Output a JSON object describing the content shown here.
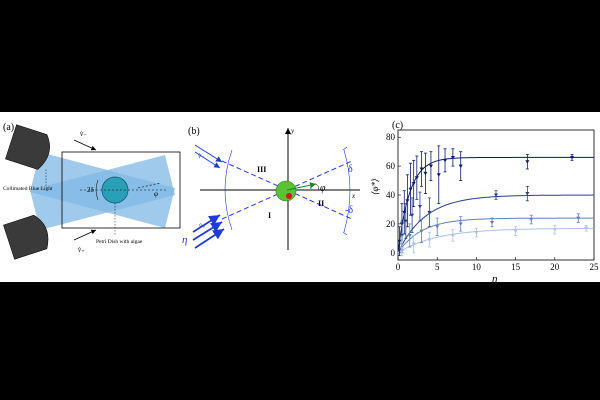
{
  "panel_a": {
    "label": "(a)",
    "v_minus": "v̂₋",
    "v_plus": "v̂₊",
    "two_delta": "2δ",
    "phi": "φ",
    "collimated_label": "Collimated Blue Light",
    "petri_label": "Petri Dish with algae"
  },
  "panel_b": {
    "label": "(b)",
    "y_label": "y",
    "x_label": "x",
    "region_I": "I",
    "region_II": "II",
    "region_III": "III",
    "phi": "φ",
    "delta_pos": "δ",
    "delta_neg": "-δ",
    "eta": "η",
    "v_minus": "v̂₋",
    "v_plus": "v̂₊",
    "e": "ê"
  },
  "panel_c": {
    "label": "(c)",
    "ylabel": "⟨φ*⟩",
    "xlabel": "η",
    "colors": [
      "#0d1a66",
      "#27408b",
      "#5f7fbf",
      "#a9c1e6"
    ]
  },
  "chart_data": {
    "type": "scatter",
    "xlabel": "η",
    "ylabel": "⟨φ*⟩",
    "xlim": [
      0,
      25
    ],
    "ylim": [
      -5,
      85
    ],
    "xticks": [
      "0",
      "5",
      "10",
      "15",
      "20",
      "25"
    ],
    "yticks": [
      "0",
      "20",
      "40",
      "60",
      "80"
    ],
    "grid": false,
    "series": [
      {
        "points": [
          {
            "x": 0.2,
            "y": 8,
            "err": 10
          },
          {
            "x": 0.5,
            "y": 20,
            "err": 14
          },
          {
            "x": 0.8,
            "y": 28,
            "err": 15
          },
          {
            "x": 1.2,
            "y": 36,
            "err": 18
          },
          {
            "x": 1.6,
            "y": 44,
            "err": 18
          },
          {
            "x": 2.0,
            "y": 48,
            "err": 16
          },
          {
            "x": 2.4,
            "y": 52,
            "err": 15
          },
          {
            "x": 3.0,
            "y": 58,
            "err": 12
          },
          {
            "x": 3.5,
            "y": 55,
            "err": 14
          },
          {
            "x": 4.2,
            "y": 60,
            "err": 10
          },
          {
            "x": 5.2,
            "y": 54,
            "err": 20
          },
          {
            "x": 6.0,
            "y": 64,
            "err": 8
          },
          {
            "x": 7.0,
            "y": 66,
            "err": 6
          },
          {
            "x": 8.0,
            "y": 60,
            "err": 10
          },
          {
            "x": 16.5,
            "y": 63,
            "err": 5
          },
          {
            "x": 22.2,
            "y": 66,
            "err": 2
          }
        ],
        "curve": {
          "asymptote": 66,
          "scale": 1.5
        }
      },
      {
        "points": [
          {
            "x": 0.5,
            "y": 12,
            "err": 10
          },
          {
            "x": 1.0,
            "y": 22,
            "err": 12
          },
          {
            "x": 1.8,
            "y": 26,
            "err": 12
          },
          {
            "x": 2.8,
            "y": 32,
            "err": 10
          },
          {
            "x": 4.0,
            "y": 28,
            "err": 10
          },
          {
            "x": 12.5,
            "y": 40,
            "err": 3
          },
          {
            "x": 16.5,
            "y": 41,
            "err": 5
          }
        ],
        "curve": {
          "asymptote": 40,
          "scale": 3.5
        }
      },
      {
        "points": [
          {
            "x": 0.5,
            "y": 6,
            "err": 6
          },
          {
            "x": 1.5,
            "y": 12,
            "err": 8
          },
          {
            "x": 3.0,
            "y": 15,
            "err": 8
          },
          {
            "x": 5.0,
            "y": 18,
            "err": 6
          },
          {
            "x": 8.0,
            "y": 20,
            "err": 5
          },
          {
            "x": 12.0,
            "y": 21,
            "err": 3
          },
          {
            "x": 17.0,
            "y": 23,
            "err": 3
          },
          {
            "x": 23.0,
            "y": 24,
            "err": 3
          }
        ],
        "curve": {
          "asymptote": 24,
          "scale": 3.0
        }
      },
      {
        "points": [
          {
            "x": 0.5,
            "y": 3,
            "err": 5
          },
          {
            "x": 2.0,
            "y": 6,
            "err": 6
          },
          {
            "x": 4.0,
            "y": 9,
            "err": 5
          },
          {
            "x": 7.0,
            "y": 12,
            "err": 4
          },
          {
            "x": 10.0,
            "y": 14,
            "err": 3
          },
          {
            "x": 15.0,
            "y": 15,
            "err": 3
          },
          {
            "x": 20.0,
            "y": 16,
            "err": 3
          },
          {
            "x": 24.0,
            "y": 17,
            "err": 2
          }
        ],
        "curve": {
          "asymptote": 17,
          "scale": 5.0
        }
      }
    ]
  }
}
